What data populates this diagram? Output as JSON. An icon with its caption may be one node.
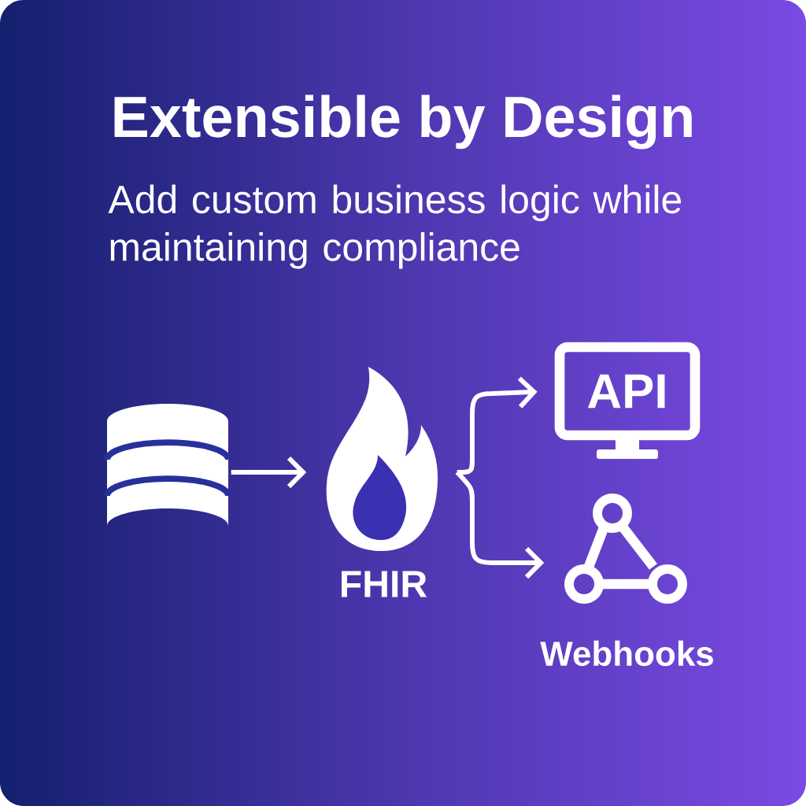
{
  "diagram": {
    "title": "Extensible by Design",
    "nodes": [
      {
        "text": [],
        "shape": "cylinder"
      },
      {
        "text": [
          "FHIR"
        ]
      },
      {
        "text": [
          "API"
        ]
      },
      {
        "text": [
          "Webhooks"
        ]
      }
    ],
    "edges": [
      {
        "from": 0,
        "to": 1,
        "arrow": "to"
      },
      {
        "from": 1,
        "to": 2,
        "arrow": "to"
      },
      {
        "from": 1,
        "to": 3,
        "arrow": "to"
      }
    ],
    "labels": [
      "Add custom business logic while maintaining compliance"
    ]
  }
}
